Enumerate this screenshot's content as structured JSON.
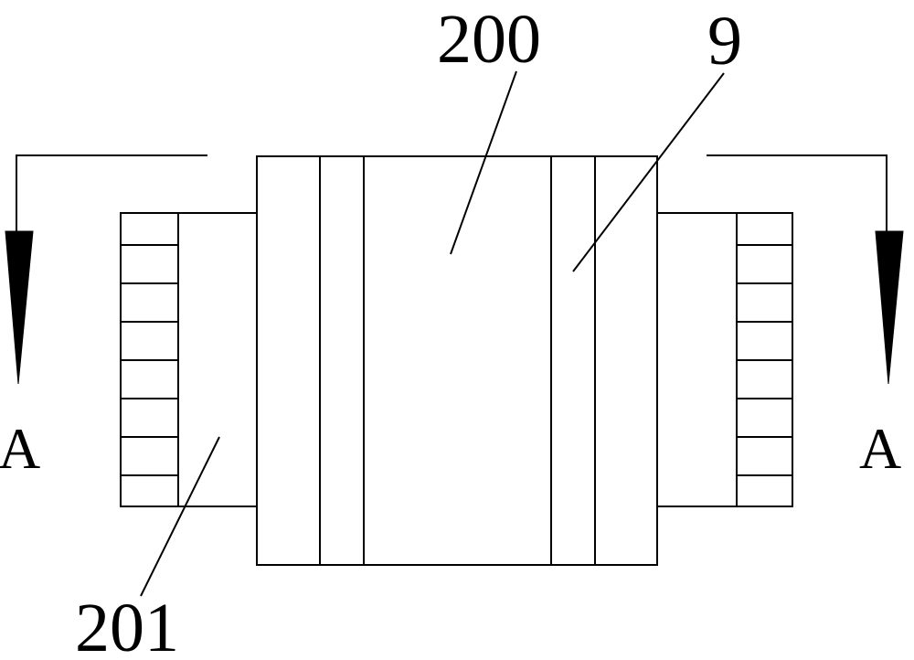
{
  "labels": {
    "main_body": "200",
    "ring_band": "9",
    "end_collar": "201"
  },
  "section": {
    "left_marker": "A",
    "right_marker": "A"
  },
  "colors": {
    "line": "#000000",
    "background": "#ffffff"
  }
}
